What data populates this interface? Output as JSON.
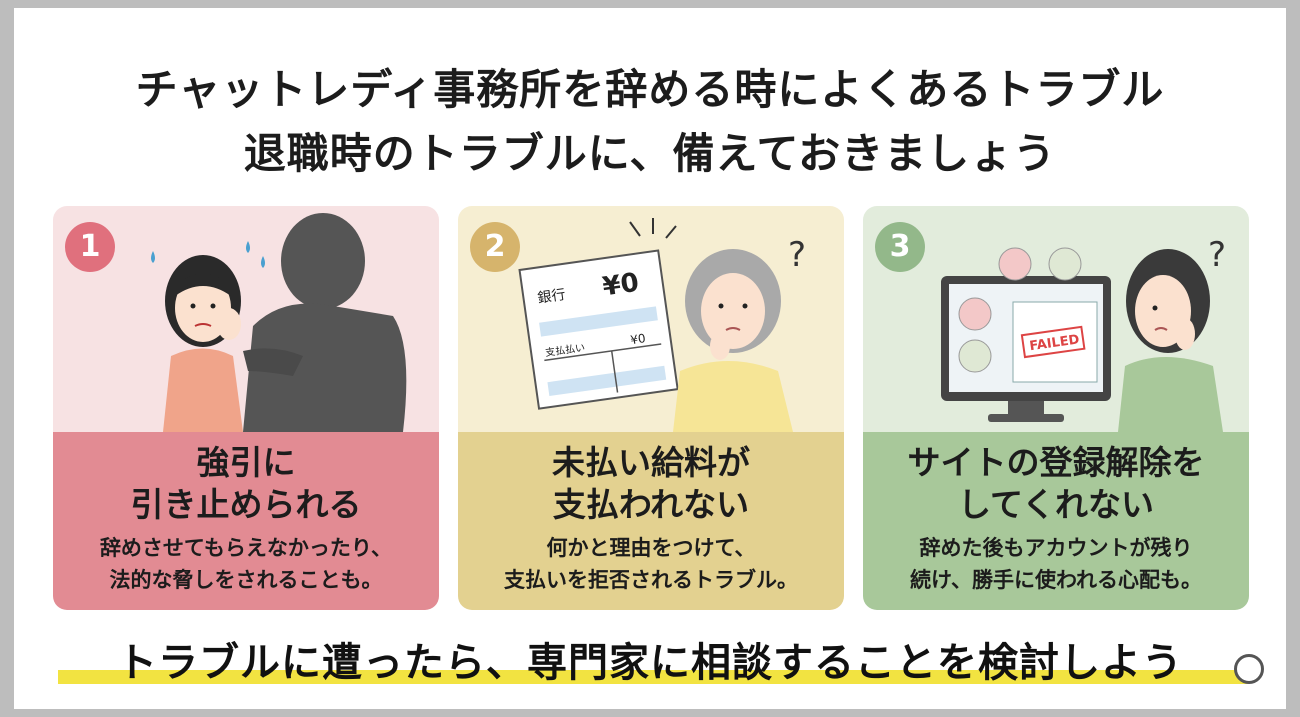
{
  "header": {
    "title_line1": "チャットレディ事務所を辞める時によくあるトラブル",
    "title_line2": "退職時のトラブルに、備えておきましょう"
  },
  "cards": [
    {
      "number": "1",
      "heading_line1": "強引に",
      "heading_line2": "引き止められる",
      "desc_line1": "辞めさせてもらえなかったり、",
      "desc_line2": "法的な脅しをされることも。"
    },
    {
      "number": "2",
      "heading_line1": "未払い給料が",
      "heading_line2": "支払われない",
      "desc_line1": "何かと理由をつけて、",
      "desc_line2": "支払いを拒否されるトラブル。",
      "slip": {
        "bank": "銀行",
        "amount": "¥0",
        "row_label": "支払払い",
        "row_amount": "¥0"
      }
    },
    {
      "number": "3",
      "heading_line1": "サイトの登録解除を",
      "heading_line2": "してくれない",
      "desc_line1": "辞めた後もアカウントが残り",
      "desc_line2": "続け、勝手に使われる心配も。",
      "screen": {
        "status": "FAILED"
      }
    }
  ],
  "footer": {
    "text": "トラブルに遭ったら、専門家に相談することを検討しよう"
  },
  "colors": {
    "card1_band": "#e28b93",
    "card2_band": "#e3d190",
    "card3_band": "#a8c89a",
    "underline": "#f2e341"
  }
}
